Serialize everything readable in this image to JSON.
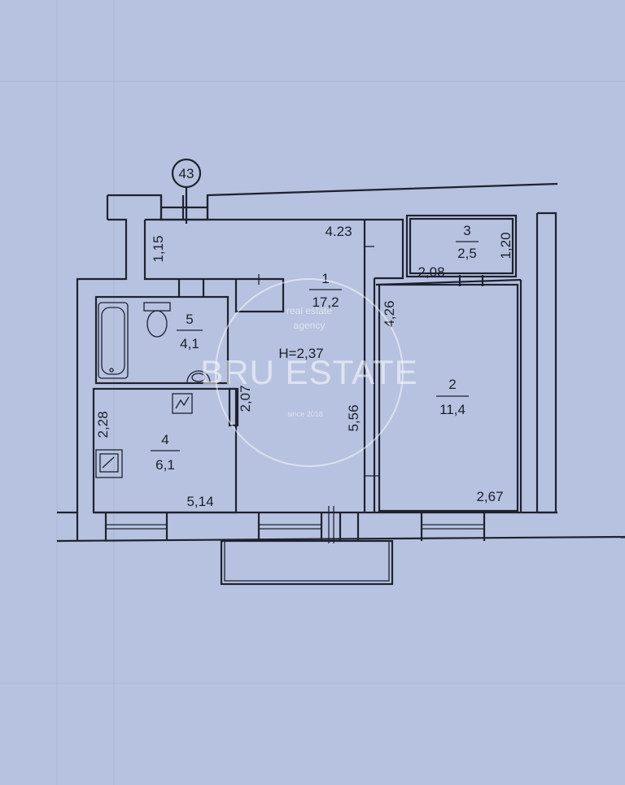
{
  "plan": {
    "axis_marker": "43",
    "height_label": "H=2,37",
    "rooms": [
      {
        "number": "1",
        "area": "17,2"
      },
      {
        "number": "2",
        "area": "11,4"
      },
      {
        "number": "3",
        "area": "2,5"
      },
      {
        "number": "4",
        "area": "6,1"
      },
      {
        "number": "5",
        "area": "4,1"
      }
    ],
    "dimensions": {
      "d_4_23": "4.23",
      "d_1_15": "1,15",
      "d_1_20": "1,20",
      "d_2_08": "2,08",
      "d_4_26": "4,26",
      "d_2_07": "2,07",
      "d_5_56": "5,56",
      "d_2_28": "2,28",
      "d_5_14": "5,14",
      "d_2_67": "2,67"
    }
  },
  "watermark": {
    "brand": "BRU ESTATE",
    "line1": "real estate",
    "line2": "agency",
    "since": "since 2018"
  },
  "colors": {
    "paper": "#b7c2e0",
    "ink": "#1e2230",
    "watermark": "#ffffff"
  }
}
